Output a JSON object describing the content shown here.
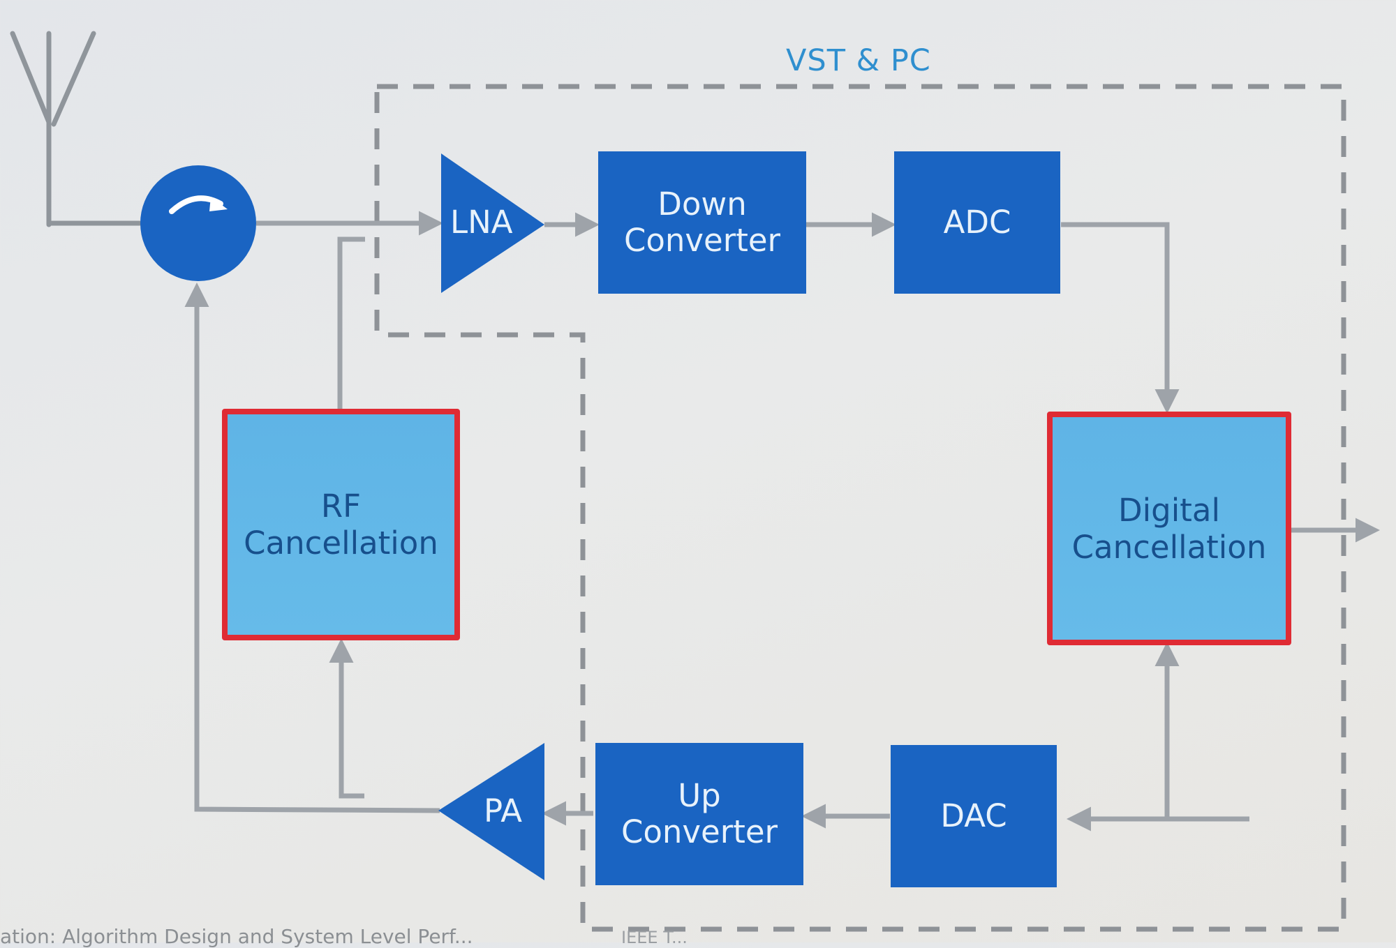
{
  "diagram": {
    "region_label": "VST & PC",
    "blocks": {
      "lna": "LNA",
      "down_converter": "Down\nConverter",
      "adc": "ADC",
      "digital_cancellation": "Digital\nCancellation",
      "rf_cancellation": "RF\nCancellation",
      "dac": "DAC",
      "up_converter": "Up\nConverter",
      "pa": "PA"
    },
    "icons": {
      "antenna": "antenna-icon",
      "circulator": "circulator-icon"
    },
    "colors": {
      "block_fill": "#1a64c2",
      "cancel_fill": "#62b7e8",
      "cancel_border": "#df2b34",
      "connector": "#9ea3a9",
      "region_border": "#8e9297",
      "region_label": "#2f8fcf"
    }
  },
  "caption": {
    "left_fragment": "ation: Algorithm Design and System Level Perf...",
    "right_fragment": "IEEE T..."
  }
}
